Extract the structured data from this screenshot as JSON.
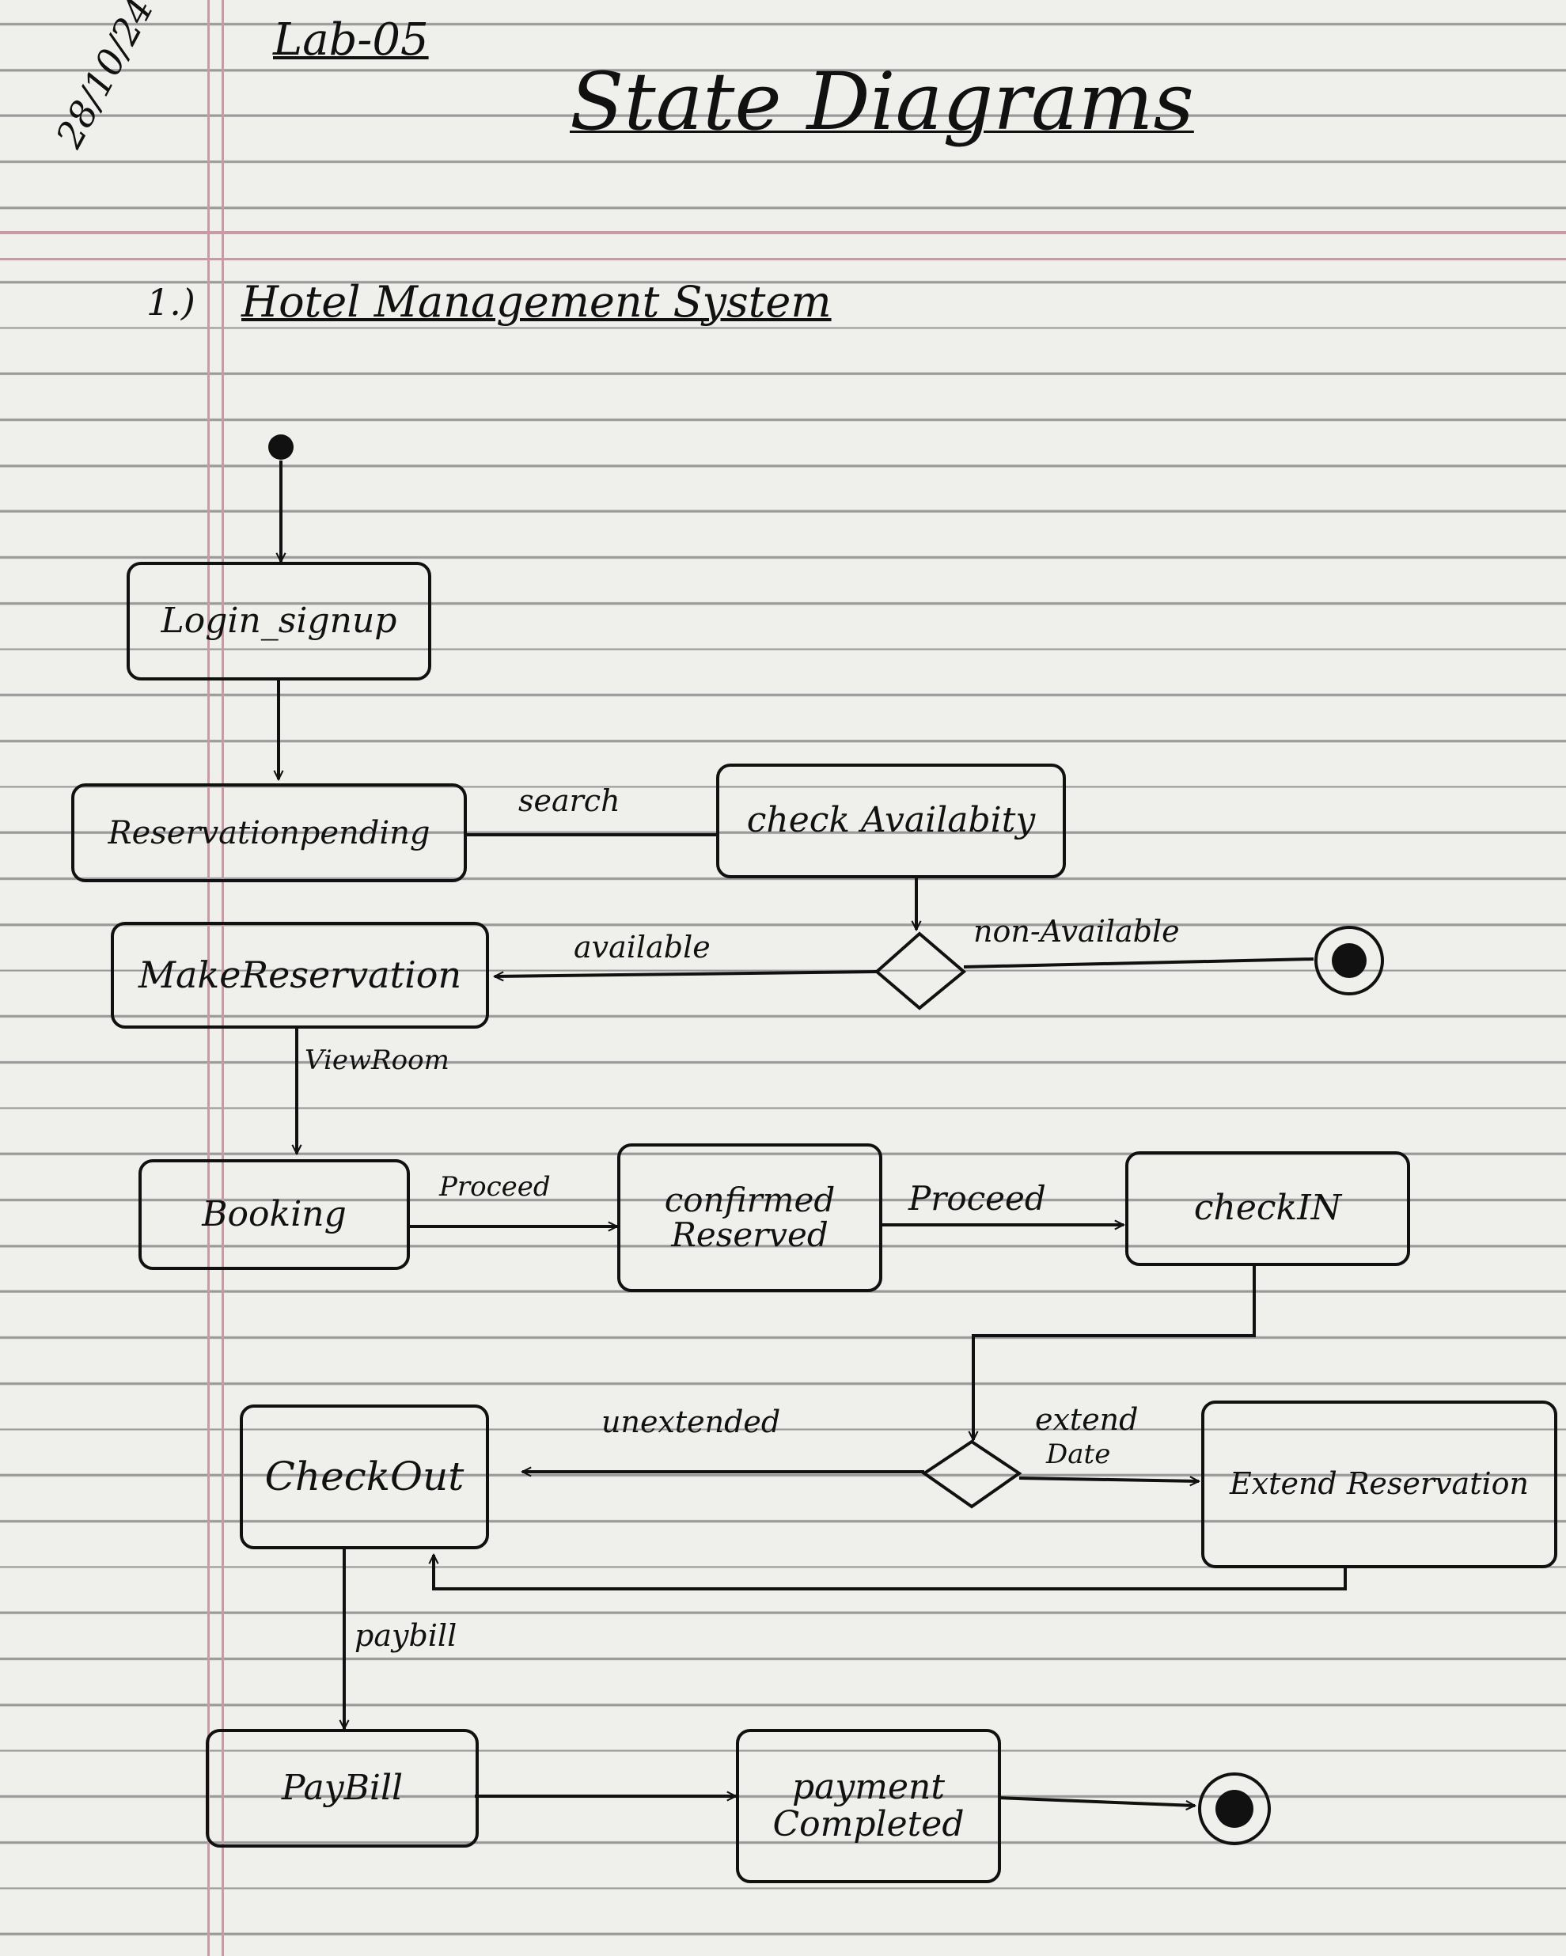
{
  "header": {
    "lab": "Lab-05",
    "date": "28/10/24",
    "title": "State Diagrams",
    "question_number": "1.)",
    "subtitle": "Hotel Management System"
  },
  "states": {
    "login_signup": "Login_signup",
    "reservation_pending": "Reservationpending",
    "check_availability": "check Availabity",
    "make_reservation": "MakeReservation",
    "booking": "Booking",
    "confirmed_line1": "confirmed",
    "confirmed_line2": "Reserved",
    "check_in": "checkIN",
    "check_out": "CheckOut",
    "extend_reservation": "Extend Reservation",
    "pay_bill": "PayBill",
    "payment_line1": "payment",
    "payment_line2": "Completed"
  },
  "transitions": {
    "search": "search",
    "available": "available",
    "non_available": "non-Available",
    "view_room": "ViewRoom",
    "proceed_1": "Proceed",
    "proceed_2": "Proceed",
    "unextended": "unextended",
    "extend_line1": "extend",
    "extend_line2": "Date",
    "pay_bill": "paybill"
  },
  "colors": {
    "ink": "#111111",
    "paper": "#efefeb",
    "rule": "#9a9a9a",
    "margin": "#c99aa6"
  }
}
